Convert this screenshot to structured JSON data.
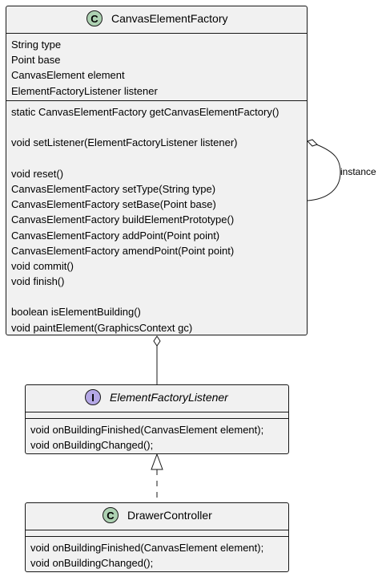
{
  "diagram": {
    "classes": {
      "canvas_element_factory": {
        "stereotype": "C",
        "name": "CanvasElementFactory",
        "attributes": [
          "String type",
          "Point base",
          "CanvasElement element",
          "ElementFactoryListener listener"
        ],
        "methods": {
          "singleton": [
            "static CanvasElementFactory getCanvasElementFactory()"
          ],
          "listener": [
            "void setListener(ElementFactoryListener listener)"
          ],
          "building": [
            "void reset()",
            "CanvasElementFactory setType(String type)",
            "CanvasElementFactory setBase(Point base)",
            "CanvasElementFactory buildElementPrototype()",
            "CanvasElementFactory addPoint(Point point)",
            "CanvasElementFactory amendPoint(Point point)",
            "void commit()",
            "void finish()"
          ],
          "state": [
            "boolean isElementBuilding()",
            "void paintElement(GraphicsContext gc)"
          ]
        }
      },
      "element_factory_listener": {
        "stereotype": "I",
        "name": "ElementFactoryListener",
        "methods": [
          "void onBuildingFinished(CanvasElement element);",
          "void onBuildingChanged();"
        ]
      },
      "drawer_controller": {
        "stereotype": "C",
        "name": "DrawerController",
        "methods": [
          "void onBuildingFinished(CanvasElement element);",
          "void onBuildingChanged();"
        ]
      }
    },
    "relations": {
      "self_label": "instance"
    }
  }
}
